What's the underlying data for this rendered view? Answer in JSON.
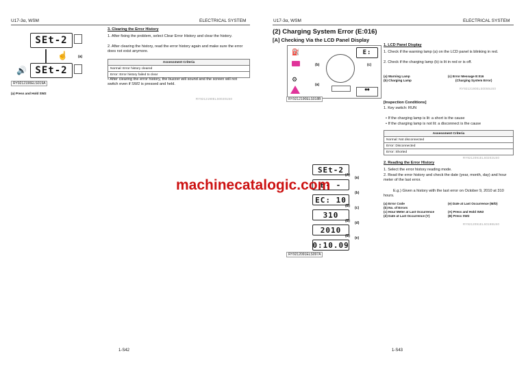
{
  "left": {
    "header_left": "U17-3α, WSM",
    "header_right": "ELECTRICAL SYSTEM",
    "section_title": "3. Clearing the Error History",
    "steps": [
      "1.  After fixing the problem, select Clear Error History and clear the history.",
      "2.  After clearing the history, read the error history again and make sure the error does not exist anymore."
    ],
    "lcd_top": "SEt-2",
    "lcd_bottom": "SEt-2",
    "fig_label_a": "(a)",
    "fig_caption": "RY9212190ELS019A",
    "fig_note": "(a)  Press and Hold SW2",
    "table_header": "Assessment Criteria",
    "table_rows": [
      "Normal: Error history cleared",
      "Error: Error history failed to clear"
    ],
    "bullet": "•  After clearing the error history, the buzzer will sound and the screen will not switch even if SW2 is pressed and held.",
    "ref_code": "RY9212190ELS0020US0",
    "page_number": "1-S42"
  },
  "right": {
    "header_left": "U17-3α, WSM",
    "header_right": "ELECTRICAL SYSTEM",
    "main_title": "(2)  Charging System Error (E:016)",
    "sub_title": "[A]  Checking Via the LCD Panel Display",
    "lcd_heading": "1. LCD Panel Display",
    "lcd_steps": [
      "1.  Check if the warning lamp (a) on the LCD panel is blinking in red.",
      "2.  Check if the charging lamp (b) is lit in red or is off."
    ],
    "fig1_caption": "RY9212190ELS018B",
    "fig1_label_a": "(a)",
    "fig1_label_b": "(b)",
    "fig1_label_c": "(c)",
    "fig1_error_code": "E:",
    "legend1": [
      "(a)  Warning Lamp",
      "(b)  Charging Lamp",
      "(c)  Error Message E:016",
      "(Charging System Error)"
    ],
    "ref_code1": "RY9212190ELS0055US0",
    "inspection_heading": "[Inspection Conditions]",
    "inspection_step": "1.  Key switch: RUN",
    "bullets": [
      "•  If the charging lamp is lit: a short is the cause",
      "•  If the charging lamp is not lit: a disconnect is the cause"
    ],
    "table_header": "Assessment Criteria",
    "table_rows": [
      "Normal: Not disconnected",
      "Error: Disconnected",
      "Error: Shorted"
    ],
    "ref_code2": "RY9212091ELS0202US0",
    "reading_heading": "2. Reading the Error History",
    "reading_steps": [
      "1.  Select the error history reading mode.",
      "2.  Read the error history and check the date (year, month, day) and hour meter of the last error."
    ],
    "example": "E.g.) Given a history with the last error on October 9, 2010 at 310 hours.",
    "fig2_lcds": [
      "SEt-2",
      "E- -",
      "EC:  10",
      "310",
      "2010",
      "0:10.09"
    ],
    "fig2_callouts": [
      "(A)",
      "(B)",
      "(B)",
      "(B)",
      "(B)"
    ],
    "fig2_letters": [
      "(a)",
      "(b)",
      "(c)",
      "(d)",
      "(e)"
    ],
    "fig2_caption": "RY9212091ELS097A",
    "legend2": [
      "(a)  Error Code",
      "(b)  No. of Errors",
      "(c)  Hour Meter at Last Occurrence",
      "(d)  Date at Last Occurrence (Y)",
      "(e)  Date at Last Occurrence (M/D)",
      "(A)  Press and Hold SW2",
      "(B)  Press SW2"
    ],
    "ref_code3": "RY9212091ELS0198US0",
    "page_number": "1-S43"
  },
  "watermark": "machinecatalogic.com"
}
